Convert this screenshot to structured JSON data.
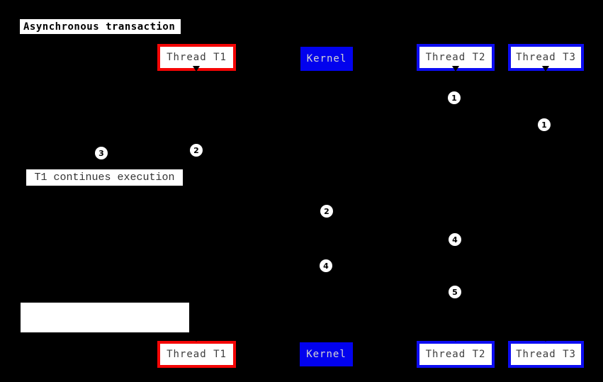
{
  "title": "Asynchronous transaction",
  "actors": {
    "top": [
      {
        "label": "Thread T1"
      },
      {
        "label": "Kernel"
      },
      {
        "label": "Thread T2"
      },
      {
        "label": "Thread T3"
      }
    ],
    "bottom": [
      {
        "label": "Thread T1"
      },
      {
        "label": "Kernel"
      },
      {
        "label": "Thread T2"
      },
      {
        "label": "Thread T3"
      }
    ]
  },
  "note": {
    "text": "T1 continues execution"
  },
  "empty_box": {
    "text": ""
  },
  "markers": [
    {
      "label": "1"
    },
    {
      "label": "1"
    },
    {
      "label": "2"
    },
    {
      "label": "3"
    },
    {
      "label": "2"
    },
    {
      "label": "4"
    },
    {
      "label": "4"
    },
    {
      "label": "5"
    }
  ],
  "colors": {
    "background": "#000000",
    "thread_t1_border": "#f40505",
    "thread_t2_t3_border": "#0d0df2",
    "kernel_fill": "#0202ee",
    "marker_fill": "#ffffff"
  }
}
